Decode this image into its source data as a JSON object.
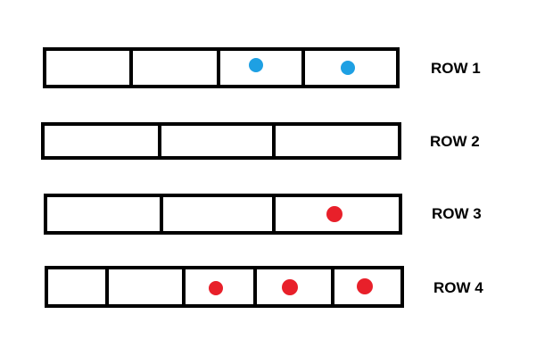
{
  "colors": {
    "outline": "#000000",
    "cell_fill": "#ffffff",
    "blue_dot": "#1ea0e3",
    "red_dot": "#e8202a"
  },
  "rows": [
    {
      "label": "ROW 1",
      "cells": [
        {
          "dot": null
        },
        {
          "dot": null
        },
        {
          "dot": "blue"
        },
        {
          "dot": "blue"
        }
      ]
    },
    {
      "label": "ROW 2",
      "cells": [
        {
          "dot": null
        },
        {
          "dot": null
        },
        {
          "dot": null
        }
      ]
    },
    {
      "label": "ROW 3",
      "cells": [
        {
          "dot": null
        },
        {
          "dot": null
        },
        {
          "dot": "red"
        }
      ]
    },
    {
      "label": "ROW 4",
      "cells": [
        {
          "dot": null
        },
        {
          "dot": null
        },
        {
          "dot": "red"
        },
        {
          "dot": "red"
        },
        {
          "dot": "red"
        }
      ]
    }
  ]
}
